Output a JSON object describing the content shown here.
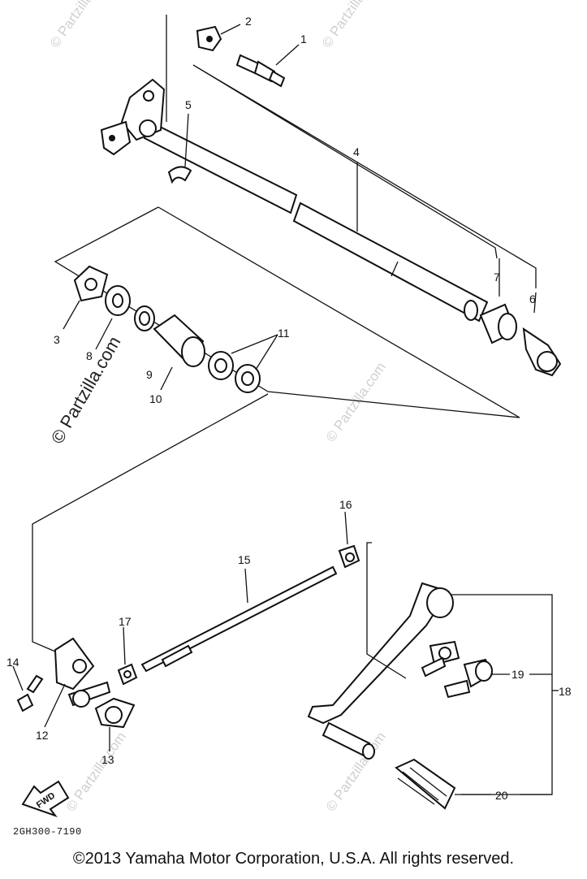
{
  "callouts": {
    "c1": "1",
    "c2": "2",
    "c3": "3",
    "c4": "4",
    "c5": "5",
    "c6": "6",
    "c7": "7",
    "c8": "8",
    "c9": "9",
    "c10": "10",
    "c11": "11",
    "c12": "12",
    "c13": "13",
    "c14": "14",
    "c15": "15",
    "c16": "16",
    "c17": "17",
    "c18": "18",
    "c19": "19",
    "c20": "20"
  },
  "fwd_label": "FWD",
  "diagram_code": "2GH300-7190",
  "watermark": "© Partzilla.com",
  "copyright": "©2013  Yamaha Motor Corporation, U.S.A. All rights reserved."
}
